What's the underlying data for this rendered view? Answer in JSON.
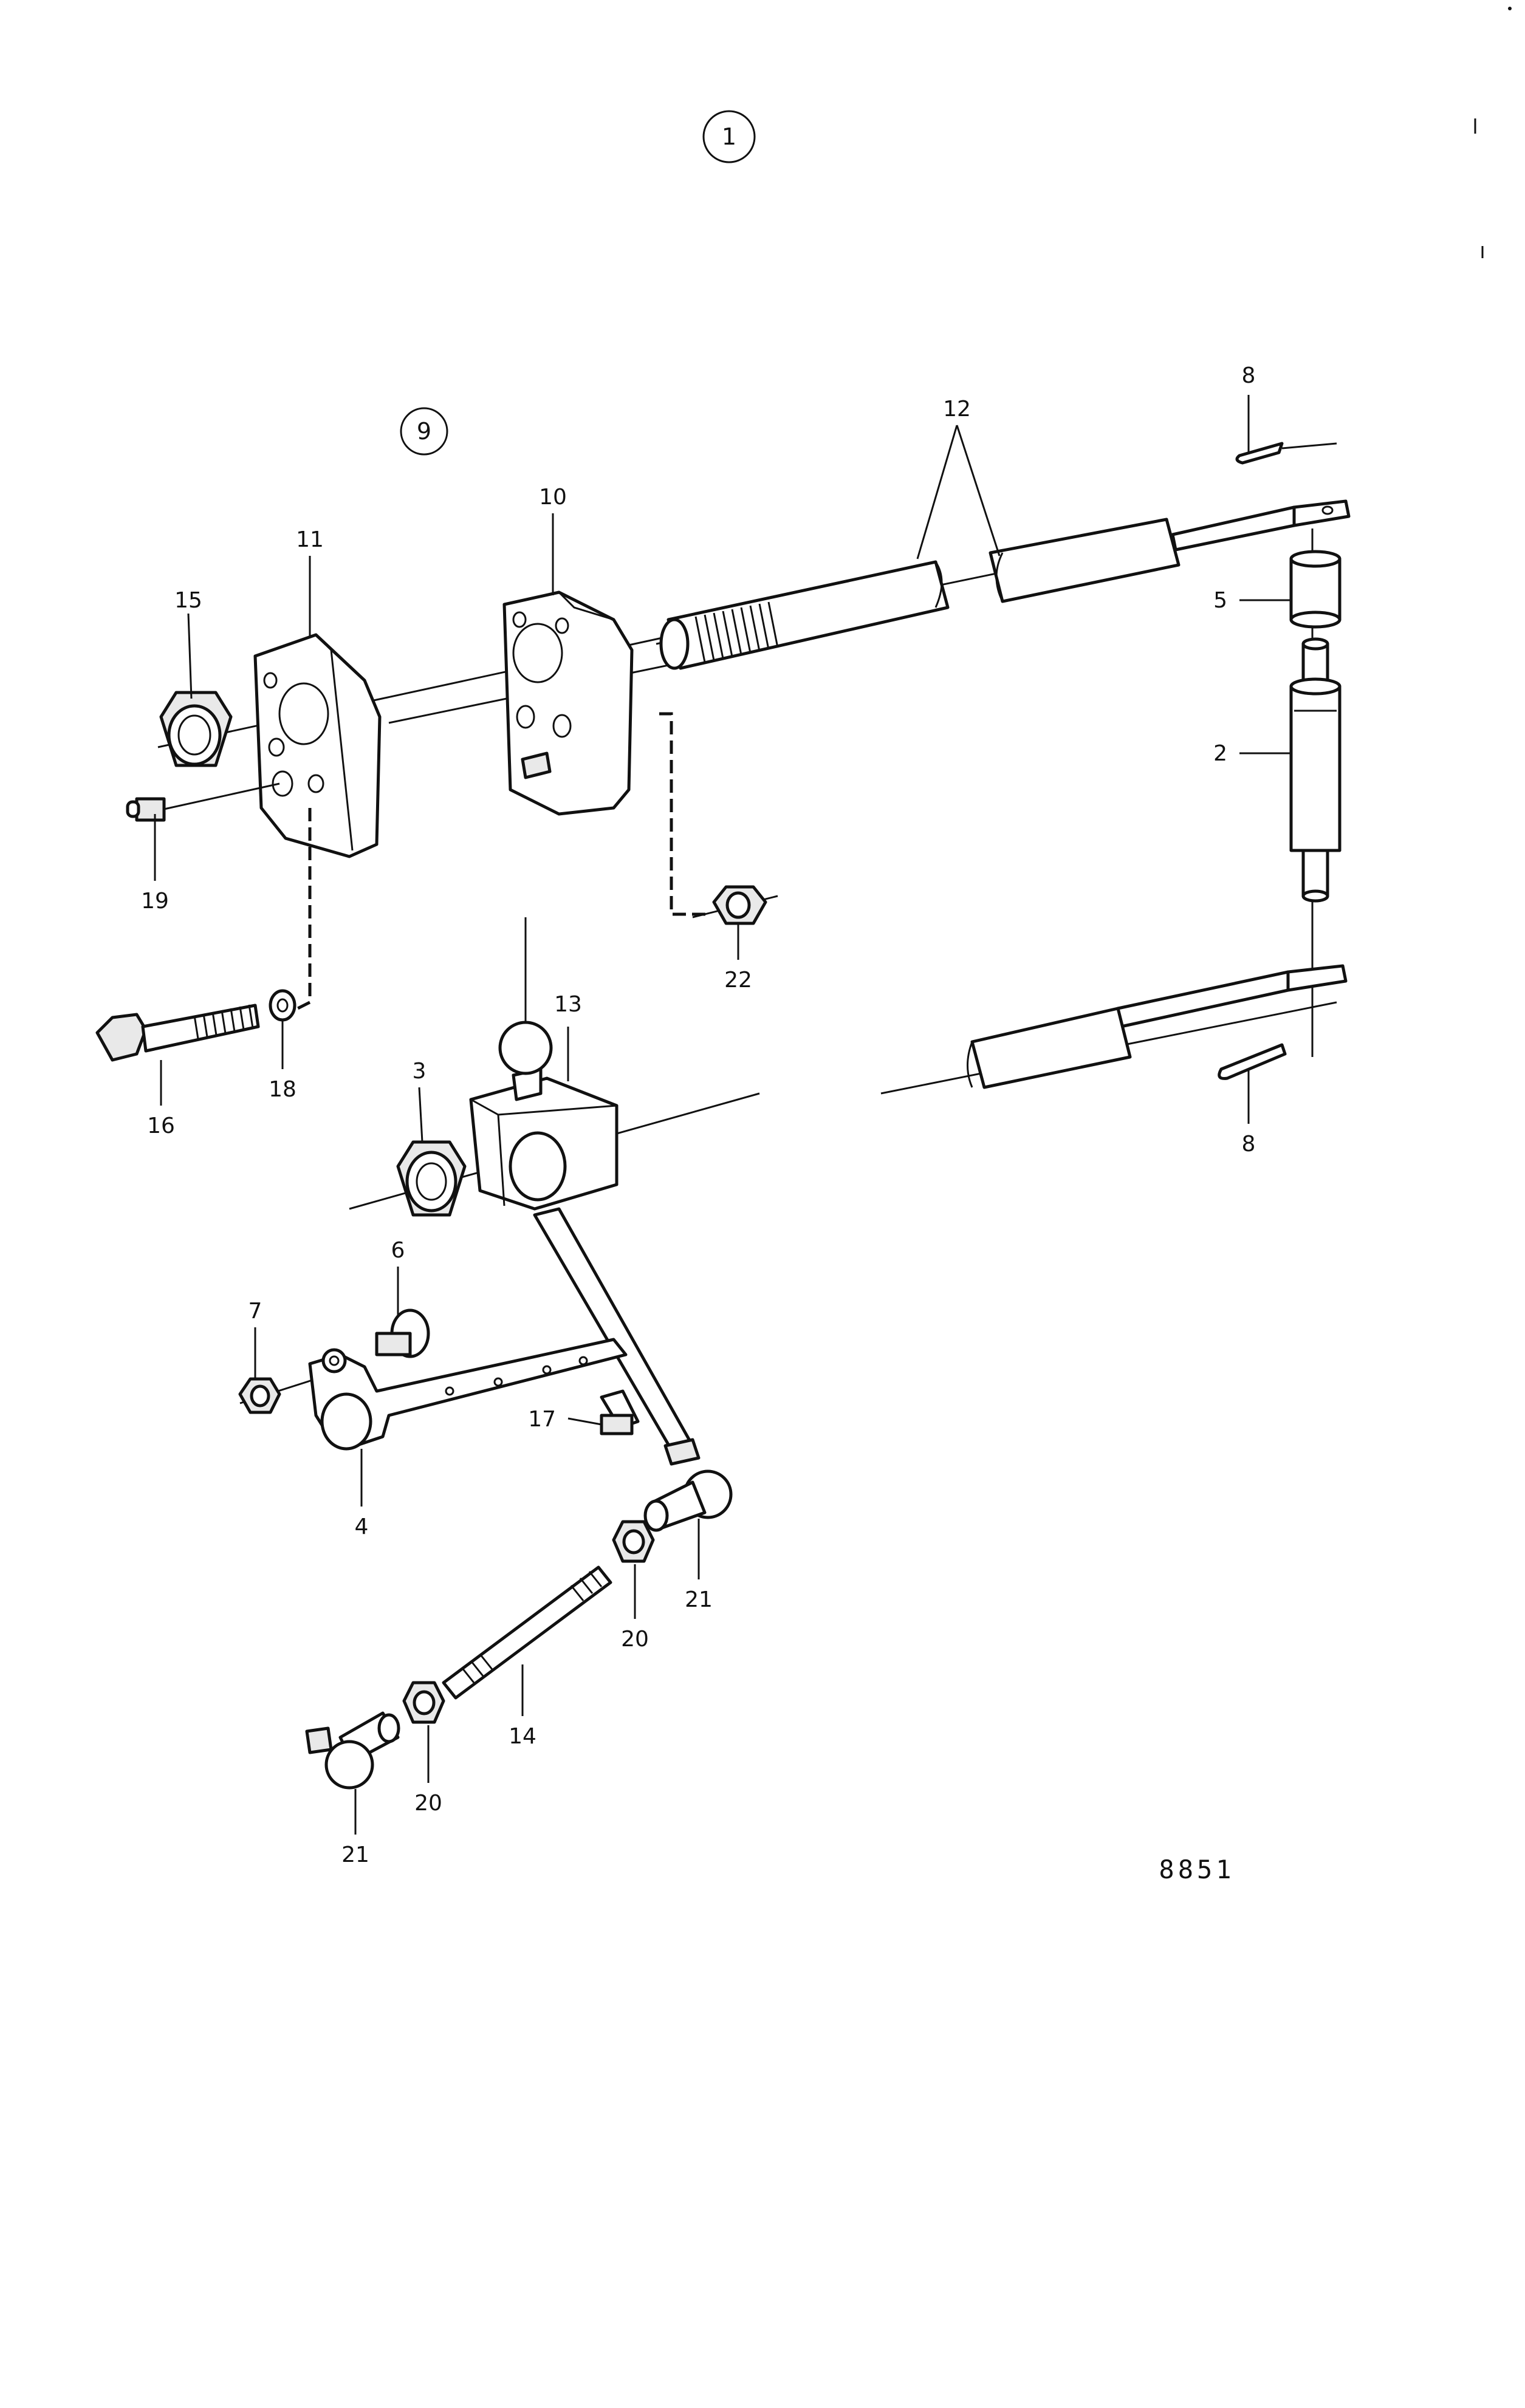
{
  "diagram": {
    "view_numbers": [
      "1",
      "9"
    ],
    "drawing_number": "8851",
    "part_labels": {
      "p2": "2",
      "p3": "3",
      "p4": "4",
      "p5": "5",
      "p6": "6",
      "p7": "7",
      "p8a": "8",
      "p8b": "8",
      "p10": "10",
      "p11": "11",
      "p12": "12",
      "p13": "13",
      "p14": "14",
      "p15": "15",
      "p16": "16",
      "p17": "17",
      "p18": "18",
      "p19": "19",
      "p20a": "20",
      "p20b": "20",
      "p21a": "21",
      "p21b": "21",
      "p22": "22"
    }
  }
}
